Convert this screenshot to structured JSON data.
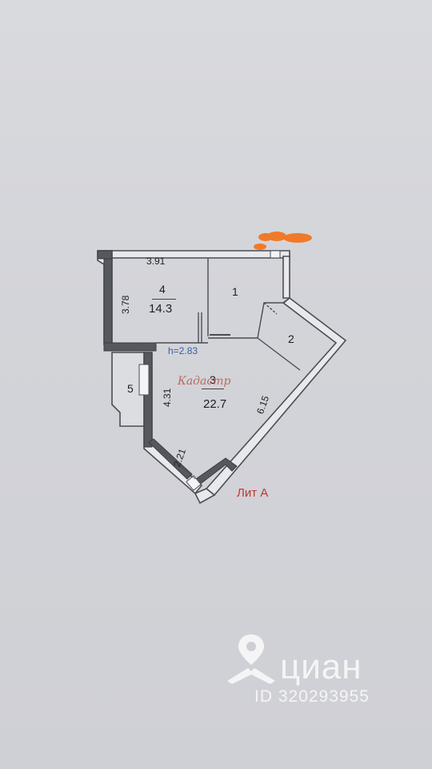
{
  "rooms": [
    {
      "number": "1"
    },
    {
      "number": "2"
    },
    {
      "number": "3",
      "area": "22.7"
    },
    {
      "number": "4",
      "area": "14.3"
    },
    {
      "number": "5"
    }
  ],
  "dimensions": {
    "top_width": "3.91",
    "left_height": "3.78",
    "hall_side": "4.31",
    "diagonal": "6.15",
    "bottom_left": "2.21"
  },
  "ceiling_height": "h=2.83",
  "letter_label": "Лит А",
  "watermark": {
    "logo_text": "Кадастр",
    "brand": "циан",
    "id_text": "ID 320293955"
  },
  "colors": {
    "wall_dark": "#55585e",
    "wall_light": "#e8e9ec",
    "outline": "#4a4d54",
    "lit_label": "#c0392b",
    "height_label": "#3a5fa0",
    "orange_mark": "#f07a2a"
  }
}
